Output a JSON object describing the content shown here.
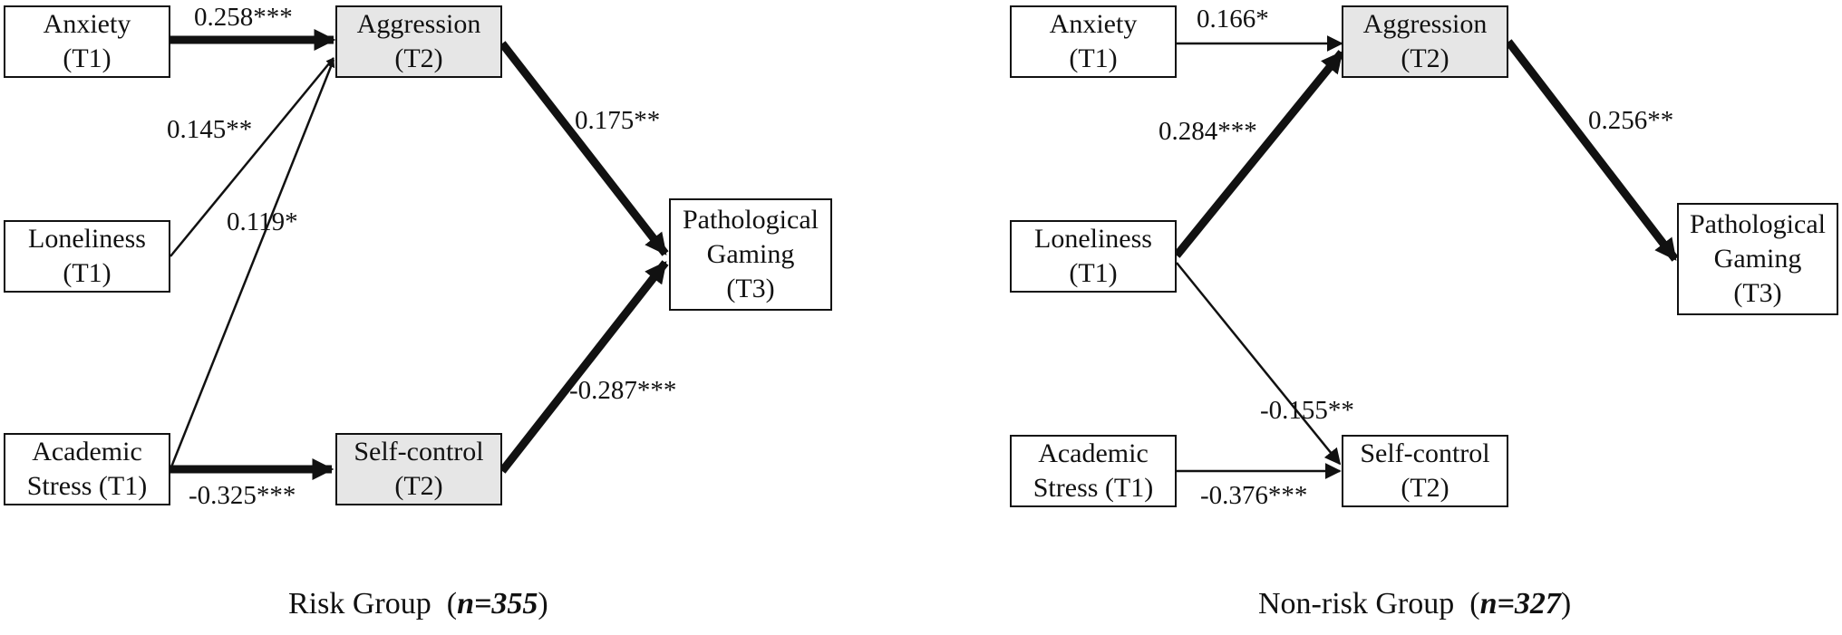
{
  "left_panel": {
    "caption_text": "Risk Group",
    "caption_n": "n=355",
    "nodes": {
      "anxiety": [
        "Anxiety",
        "(T1)"
      ],
      "aggression": [
        "Aggression",
        "(T2)"
      ],
      "loneliness": [
        "Loneliness",
        "(T1)"
      ],
      "academic_stress": [
        "Academic",
        "Stress (T1)"
      ],
      "self_control": [
        "Self-control",
        "(T2)"
      ],
      "pathological_gaming": [
        "Pathological",
        "Gaming",
        "(T3)"
      ]
    },
    "paths": [
      {
        "from": "anxiety",
        "to": "aggression",
        "coef": "0.258***"
      },
      {
        "from": "loneliness",
        "to": "aggression",
        "coef": "0.145**"
      },
      {
        "from": "academic_stress",
        "to": "aggression",
        "coef": "0.119*"
      },
      {
        "from": "academic_stress",
        "to": "self_control",
        "coef": "-0.325***"
      },
      {
        "from": "aggression",
        "to": "pathological_gaming",
        "coef": "0.175**"
      },
      {
        "from": "self_control",
        "to": "pathological_gaming",
        "coef": "-0.287***"
      }
    ]
  },
  "right_panel": {
    "caption_text": "Non-risk Group",
    "caption_n": "n=327",
    "nodes": {
      "anxiety": [
        "Anxiety",
        "(T1)"
      ],
      "aggression": [
        "Aggression",
        "(T2)"
      ],
      "loneliness": [
        "Loneliness",
        "(T1)"
      ],
      "academic_stress": [
        "Academic",
        "Stress (T1)"
      ],
      "self_control": [
        "Self-control",
        "(T2)"
      ],
      "pathological_gaming": [
        "Pathological",
        "Gaming",
        "(T3)"
      ]
    },
    "paths": [
      {
        "from": "anxiety",
        "to": "aggression",
        "coef": "0.166*"
      },
      {
        "from": "loneliness",
        "to": "aggression",
        "coef": "0.284***"
      },
      {
        "from": "aggression",
        "to": "pathological_gaming",
        "coef": "0.256**"
      },
      {
        "from": "loneliness",
        "to": "self_control",
        "coef": "-0.155**"
      },
      {
        "from": "academic_stress",
        "to": "self_control",
        "coef": "-0.376***"
      }
    ]
  }
}
